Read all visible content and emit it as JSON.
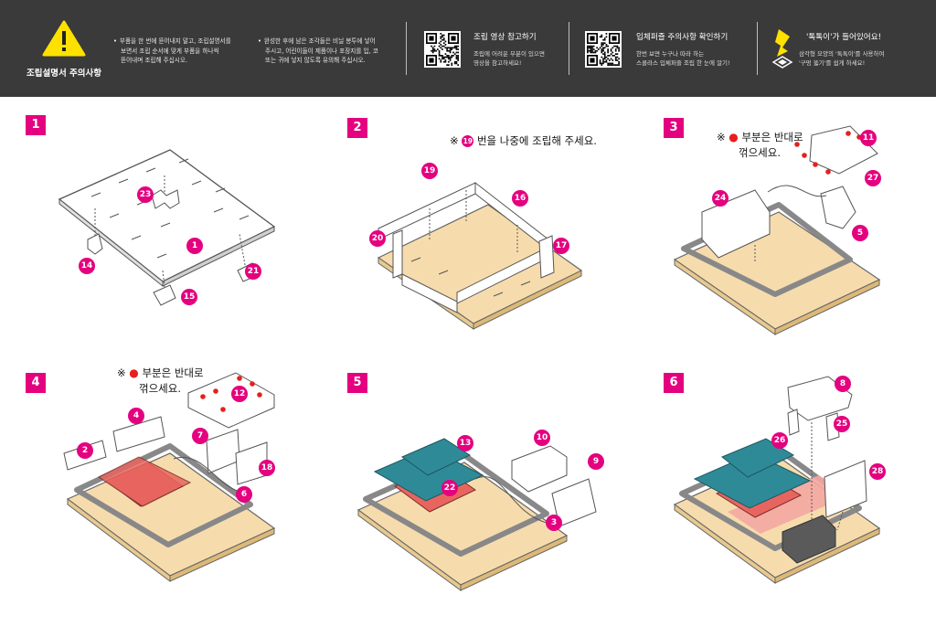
{
  "header": {
    "warning_title": "조립설명서 주의사항",
    "bullet1_lines": [
      "부품을 한 번에 뜯어내지 말고, 조립설명서를",
      "보면서 조립 순서에 맞게 부품을 하나씩",
      "뜯어내며 조립해 주십시오."
    ],
    "bullet2_lines": [
      "완성한 후에 남은 조각들은 비닐 봉투에 넣어",
      "주시고, 어린이들이 제품이나 포장지를 입, 코",
      "또는 귀에 넣지 않도록 유의해 주십시오."
    ],
    "video_title": "조립 영상 참고하기",
    "video_lines": [
      "조립에 어려운 부분이 있으면",
      "영상을 참고하세요!"
    ],
    "puzzle_title": "입체퍼즐 주의사항 확인하기",
    "puzzle_lines": [
      "한번 보면 누구나 따라 하는",
      "스콜라스 입체퍼즐 조립 한 눈에 알기!"
    ],
    "tool_title": "'톡톡이'가 들어있어요!",
    "tool_lines": [
      "삼각형 모양의 '톡톡이'를 사용하여",
      "'구멍 뚫기'를 쉽게 하세요!"
    ],
    "icons": [
      "warning-icon",
      "bullet-dot",
      "qr-code-icon",
      "tool-icon"
    ]
  },
  "steps": [
    {
      "number": "1",
      "callouts": [
        "23",
        "1",
        "14",
        "21",
        "15"
      ]
    },
    {
      "number": "2",
      "note_prefix": "※",
      "note_piece": "19",
      "note_text": "번을 나중에 조립해 주세요.",
      "callouts": [
        "19",
        "16",
        "20",
        "17"
      ]
    },
    {
      "number": "3",
      "note_prefix": "※",
      "note_line1": "부분은 반대로",
      "note_line2": "꺾으세요.",
      "callouts": [
        "11",
        "27",
        "24",
        "5"
      ]
    },
    {
      "number": "4",
      "note_prefix": "※",
      "note_line1": "부분은 반대로",
      "note_line2": "꺾으세요.",
      "callouts": [
        "4",
        "12",
        "2",
        "7",
        "18",
        "6"
      ]
    },
    {
      "number": "5",
      "callouts": [
        "10",
        "13",
        "9",
        "22",
        "3"
      ]
    },
    {
      "number": "6",
      "callouts": [
        "8",
        "25",
        "26",
        "28"
      ]
    }
  ],
  "colors": {
    "header_bg": "#3a3a3a",
    "accent_magenta": "#e4007f",
    "warning_yellow": "#ffe100",
    "board_wood": "#f6dcad",
    "roof_teal": "#2f8a97",
    "wall_red": "#e8655f",
    "fold_dot_red": "#e5201f"
  }
}
